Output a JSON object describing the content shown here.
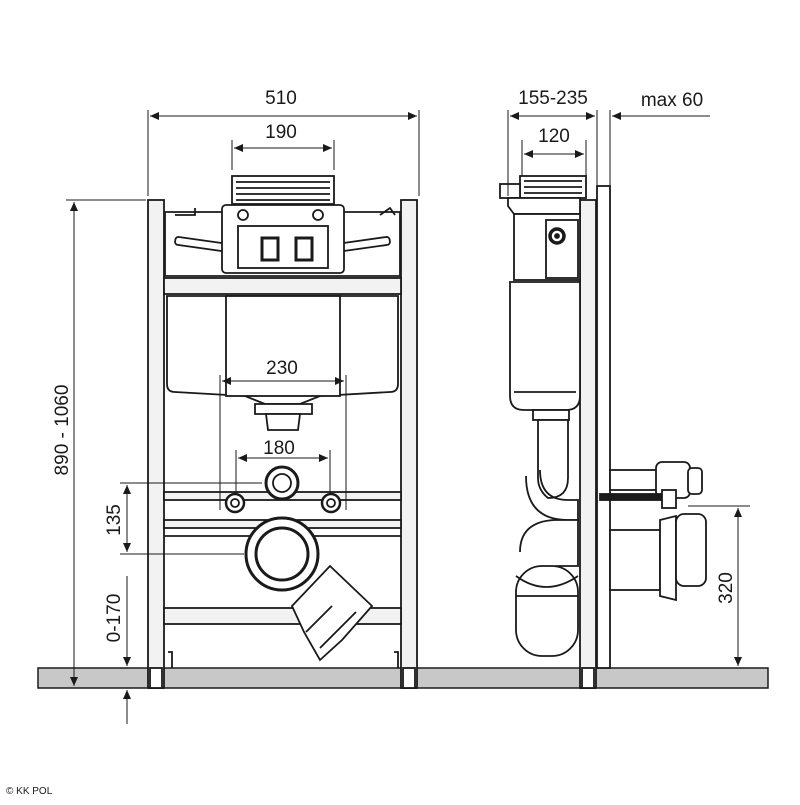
{
  "front_view": {
    "dims": {
      "width_total": "510",
      "top_width": "190",
      "plate_width": "230",
      "pipe_spacing": "180",
      "height_range": "890 - 1060",
      "mount_height": "135",
      "leg_adjust": "0-170"
    }
  },
  "side_view": {
    "dims": {
      "depth_range": "155-235",
      "tank_depth": "120",
      "wall_max": "max 60",
      "outlet_height": "320"
    }
  },
  "credit": "© KK POL",
  "colors": {
    "line": "#1a1a1a",
    "floor": "#c8c8c8",
    "frame_fill": "#f2f2f2",
    "tank_fill": "#ffffff"
  }
}
